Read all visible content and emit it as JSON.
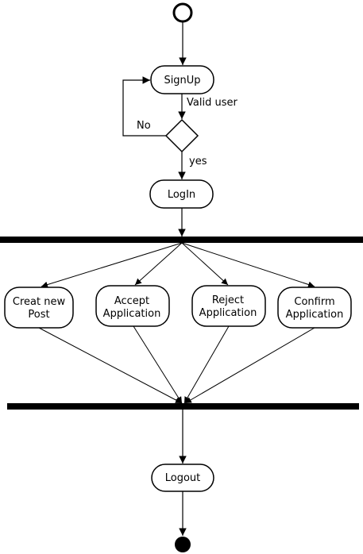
{
  "nodes": {
    "signup": "SignUp",
    "login": "LogIn",
    "creat_post": [
      "Creat new",
      "Post"
    ],
    "accept": [
      "Accept",
      "Application"
    ],
    "reject": [
      "Reject",
      "Application"
    ],
    "confirm": [
      "Confirm",
      "Application"
    ],
    "logout": "Logout"
  },
  "edges": {
    "valid_user": "Valid user",
    "no": "No",
    "yes": "yes"
  }
}
